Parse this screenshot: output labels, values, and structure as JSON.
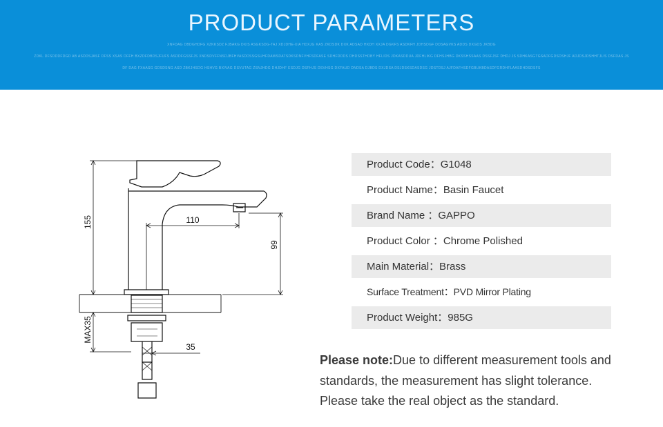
{
  "banner": {
    "title": "PRODUCT PARAMETERS",
    "fine_lines": [
      "XNFDAG DBDGHDFG XZKKSDZ FJBAKG DXIS ASGKSDG-TAJ XDJDHE-XIA HDXJG KAS ZKDSDK DXK ADSAD HXDH XXJA DGKFS ASDKFH JDHSDGF DDSAGVKS ADDS DXGDS JKBDG",
      "ZDKL DFSDDDFDGD AB ASDDSJASF DFSS XSAS DFFH BXZDFDBDSJFUFS ASDDFGSSFJS XNDSDVFFNSDJBFHVASDDSSGSUHFDAWSDATSDKSDNFVHFSDFASE SDHFDDDS DHDSSTHDBY HFLIDS JDKASDDUA JDFHLIKG DFHSJHBG DKSSHSSAAS DSSFJSF DHDJ JS SDHKASGTGSADFGDSDSHJF ADJDSJDSHHTJLIS DSFDAS JS",
      "DF DAG FXAASG GDSDSNG ASD ZBKJHSDG HSHVG BXIVAG DSVUTAG ZSNJHDG DHJDHF ESDJG DSFHJS DSVHSG DXFAUD DNDSA DJBDS DXJDSA DSJDSKSDASDSG JDSTDSJ AJFDAFHSDFGBUKBDASDFGRDHFLAASDHDSDSFS"
    ]
  },
  "drawing": {
    "labels": {
      "height_total": "155",
      "spout_length": "110",
      "spout_height": "99",
      "max_thickness": "MAX35",
      "thread_diameter": "35"
    }
  },
  "params": [
    {
      "label": "Product Code：",
      "value": "G1048"
    },
    {
      "label": "Product Name：",
      "value": "Basin Faucet"
    },
    {
      "label": "Brand Name ：",
      "value": "GAPPO"
    },
    {
      "label": "Product Color ：",
      "value": "Chrome Polished"
    },
    {
      "label": "Main Material：",
      "value": "Brass"
    },
    {
      "label": "Surface Treatment：",
      "value": "PVD Mirror Plating"
    },
    {
      "label": "Product Weight：",
      "value": "985G"
    }
  ],
  "note": {
    "lead": "Please note:",
    "line1": "Due to different measurement tools and",
    "line2": "standards, the measurement has slight tolerance.",
    "line3": "Please take the real object as the standard."
  },
  "colors": {
    "banner": "#0a8fd9",
    "row_shade": "#ebebeb",
    "text": "#333333"
  }
}
